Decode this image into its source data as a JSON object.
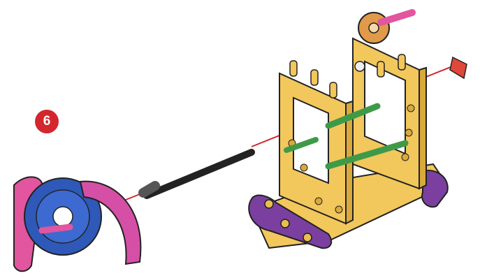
{
  "step": {
    "number": "6"
  },
  "colors": {
    "frame": "#f2c75c",
    "frame_shadow": "#d9a93c",
    "track": "#7b3fa0",
    "gear_blue": "#2f59b8",
    "arc_pink": "#d64fa6",
    "axle_black": "#222222",
    "peg_green": "#3f9a48",
    "peg_pink": "#e2559f",
    "guide_line": "#d3262d",
    "gear_orange": "#e09a4a",
    "badge": "#d3262d"
  },
  "icons": {
    "badge": "step-number-badge",
    "gear_assembly": "gear-with-arc-part",
    "axle": "black-axle-rod",
    "vehicle": "tracked-frame-model",
    "end_cap": "red-end-cap"
  }
}
